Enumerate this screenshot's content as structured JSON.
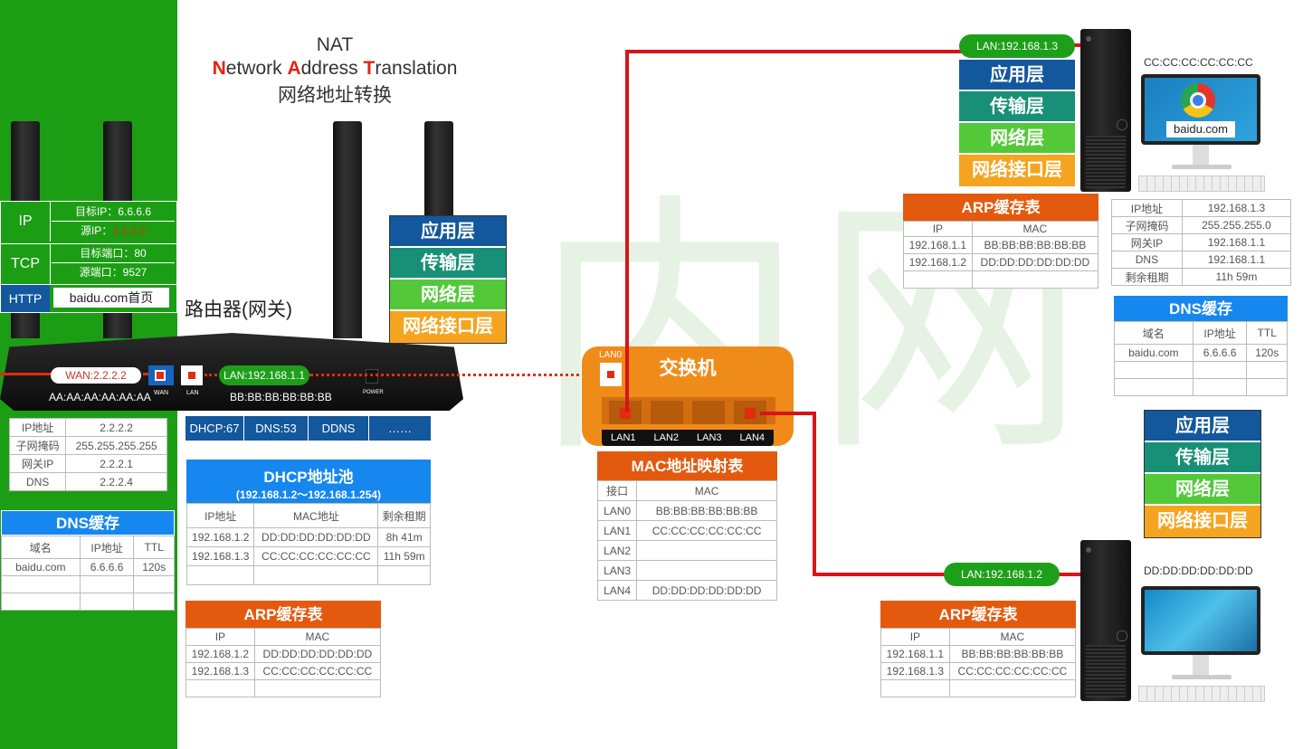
{
  "colors": {
    "green": "#1c9e14",
    "red_line": "#d7141a",
    "orange_hdr": "#e35a0f",
    "blue_hdr": "#1687ef"
  },
  "watermark": "内网",
  "title": {
    "line1": "NAT",
    "words": [
      {
        "cap": "N",
        "rest": "etwork "
      },
      {
        "cap": "A",
        "rest": "ddress "
      },
      {
        "cap": "T",
        "rest": "ranslation"
      }
    ],
    "line3": "网络地址转换"
  },
  "packet": {
    "ip_label": "IP",
    "dst_ip": "目标IP：6.6.6.6",
    "src_ip_label": "源IP：",
    "src_ip": "2.2.2.2",
    "tcp_label": "TCP",
    "dst_port": "目标端口：80",
    "src_port": "源端口：9527",
    "http_label": "HTTP",
    "http_content": "baidu.com首页"
  },
  "router": {
    "label": "路由器(网关)",
    "wan_pill": "WAN:2.2.2.2",
    "wan_mac": "AA:AA:AA:AA:AA:AA",
    "wan_port": "WAN",
    "lan_port": "LAN",
    "lan_pill": "LAN:192.168.1.1",
    "lan_mac": "BB:BB:BB:BB:BB:BB",
    "power_label": "POWER",
    "layers": [
      "应用层",
      "传输层",
      "网络层",
      "网络接口层"
    ],
    "services": [
      "DHCP:67",
      "DNS:53",
      "DDNS",
      "……"
    ]
  },
  "wan_config": [
    [
      "IP地址",
      "2.2.2.2"
    ],
    [
      "子网掩码",
      "255.255.255.255"
    ],
    [
      "网关IP",
      "2.2.2.1"
    ],
    [
      "DNS",
      "2.2.2.4"
    ]
  ],
  "left_dns": {
    "title": "DNS缓存",
    "headers": [
      "域名",
      "IP地址",
      "TTL"
    ],
    "rows": [
      [
        "baidu.com",
        "6.6.6.6",
        "120s"
      ],
      [
        "",
        "",
        ""
      ],
      [
        "",
        "",
        ""
      ]
    ]
  },
  "dhcp": {
    "title": "DHCP地址池",
    "subtitle": "(192.168.1.2～192.168.1.254)",
    "headers": [
      "IP地址",
      "MAC地址",
      "剩余租期"
    ],
    "rows": [
      [
        "192.168.1.2",
        "DD:DD:DD:DD:DD:DD",
        "8h 41m"
      ],
      [
        "192.168.1.3",
        "CC:CC:CC:CC:CC:CC",
        "11h 59m"
      ],
      [
        "",
        "",
        ""
      ]
    ]
  },
  "router_arp": {
    "title": "ARP缓存表",
    "headers": [
      "IP",
      "MAC"
    ],
    "rows": [
      [
        "192.168.1.2",
        "DD:DD:DD:DD:DD:DD"
      ],
      [
        "192.168.1.3",
        "CC:CC:CC:CC:CC:CC"
      ],
      [
        "",
        ""
      ]
    ]
  },
  "switch": {
    "title": "交换机",
    "lan0": "LAN0",
    "ports": [
      "LAN1",
      "LAN2",
      "LAN3",
      "LAN4"
    ]
  },
  "mac_table": {
    "title": "MAC地址映射表",
    "headers": [
      "接口",
      "MAC"
    ],
    "rows": [
      [
        "LAN0",
        "BB:BB:BB:BB:BB:BB"
      ],
      [
        "LAN1",
        "CC:CC:CC:CC:CC:CC"
      ],
      [
        "LAN2",
        ""
      ],
      [
        "LAN3",
        ""
      ],
      [
        "LAN4",
        "DD:DD:DD:DD:DD:DD"
      ]
    ]
  },
  "pc1": {
    "lan_pill": "LAN:192.168.1.3",
    "mac": "CC:CC:CC:CC:CC:CC",
    "screen_text": "baidu.com",
    "layers": [
      "应用层",
      "传输层",
      "网络层",
      "网络接口层"
    ],
    "arp": {
      "title": "ARP缓存表",
      "headers": [
        "IP",
        "MAC"
      ],
      "rows": [
        [
          "192.168.1.1",
          "BB:BB:BB:BB:BB:BB"
        ],
        [
          "192.168.1.2",
          "DD:DD:DD:DD:DD:DD"
        ],
        [
          "",
          ""
        ]
      ]
    },
    "config": [
      [
        "IP地址",
        "192.168.1.3"
      ],
      [
        "子网掩码",
        "255.255.255.0"
      ],
      [
        "网关IP",
        "192.168.1.1"
      ],
      [
        "DNS",
        "192.168.1.1"
      ],
      [
        "剩余租期",
        "11h 59m"
      ]
    ],
    "dns": {
      "title": "DNS缓存",
      "headers": [
        "域名",
        "IP地址",
        "TTL"
      ],
      "rows": [
        [
          "baidu.com",
          "6.6.6.6",
          "120s"
        ],
        [
          "",
          "",
          ""
        ],
        [
          "",
          "",
          ""
        ]
      ]
    }
  },
  "pc2": {
    "lan_pill": "LAN:192.168.1.2",
    "mac": "DD:DD:DD:DD:DD:DD",
    "layers": [
      "应用层",
      "传输层",
      "网络层",
      "网络接口层"
    ],
    "arp": {
      "title": "ARP缓存表",
      "headers": [
        "IP",
        "MAC"
      ],
      "rows": [
        [
          "192.168.1.1",
          "BB:BB:BB:BB:BB:BB"
        ],
        [
          "192.168.1.3",
          "CC:CC:CC:CC:CC:CC"
        ],
        [
          "",
          ""
        ]
      ]
    }
  }
}
